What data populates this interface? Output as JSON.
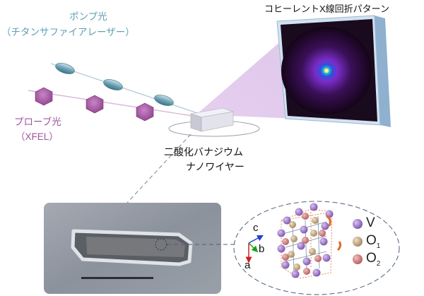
{
  "labels": {
    "pump_line1": "ポンプ光",
    "pump_line2": "（チタンサファイアレーザー）",
    "probe_line1": "プローブ光",
    "probe_line2": "（XFEL）",
    "coherent_pattern": "コヒーレントX線回折パターン",
    "sample_line1": "二酸化バナジウム",
    "sample_line2": "ナノワイヤー"
  },
  "axes": {
    "a": "a",
    "b": "b",
    "c": "c"
  },
  "legend": [
    {
      "symbol": "V",
      "sub": "",
      "color": "#8a63b8"
    },
    {
      "symbol": "O",
      "sub": "1",
      "color": "#b59872"
    },
    {
      "symbol": "O",
      "sub": "2",
      "color": "#c56f6f"
    }
  ],
  "colors": {
    "pump": "#5f9fb3",
    "probe": "#a0559e",
    "beam_cone": "#d8b6e6",
    "screen_frame": "#9ab8d4",
    "dashed": "#4a5f78"
  }
}
